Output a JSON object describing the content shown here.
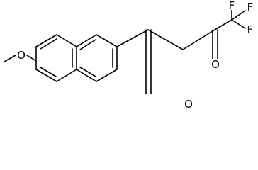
{
  "molecule": {
    "atoms": {
      "methyl_C": "",
      "methoxy_O": "O",
      "ketone_O": "O",
      "trifluoroketone_O": "O",
      "fluorine_top": "F",
      "fluorine_upper_right": "F",
      "fluorine_right": "F"
    }
  },
  "colors": {
    "bond": "#000000",
    "label": "#000000",
    "background": "#ffffff"
  }
}
